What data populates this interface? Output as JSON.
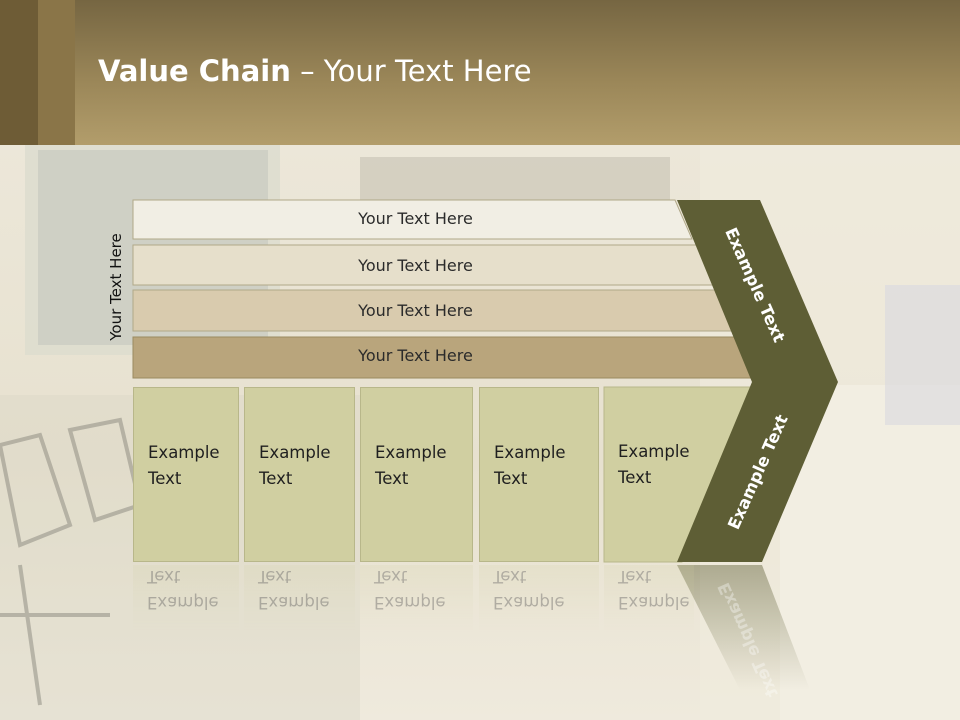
{
  "title": {
    "bold": "Value Chain",
    "rest": " – Your Text Here"
  },
  "side_label": "Your Text Here",
  "rows": [
    {
      "label": "Your Text Here",
      "color": "#f1eee4"
    },
    {
      "label": "Your Text Here",
      "color": "#e6dfcb"
    },
    {
      "label": "Your Text Here",
      "color": "#d9cbae"
    },
    {
      "label": "Your Text Here",
      "color": "#b9a57c"
    }
  ],
  "boxes": [
    {
      "line1": "Example",
      "line2": "Text"
    },
    {
      "line1": "Example",
      "line2": "Text"
    },
    {
      "line1": "Example",
      "line2": "Text"
    },
    {
      "line1": "Example",
      "line2": "Text"
    },
    {
      "line1": "Example",
      "line2": "Text"
    }
  ],
  "chevron": {
    "top_label": "Example Text",
    "bottom_label": "Example Text",
    "color": "#5e5e35"
  },
  "colors": {
    "box": "#d0cfa1",
    "header": "#9a8658"
  }
}
